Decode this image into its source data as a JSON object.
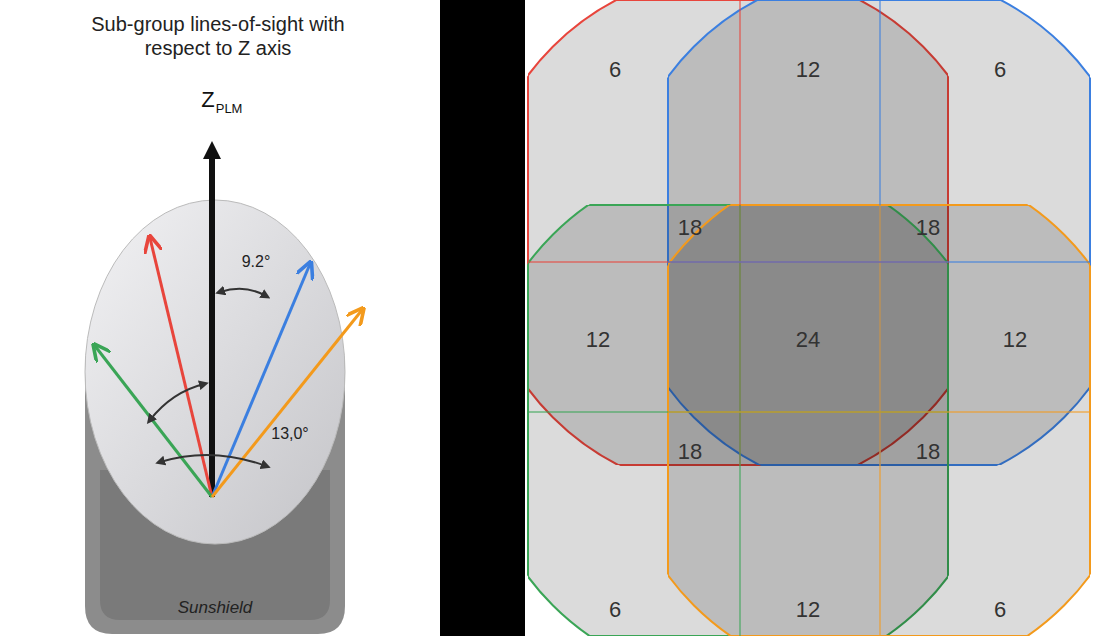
{
  "diagram": {
    "title": "Sub-group lines-of-sight with respect to Z axis",
    "nodes": [
      {
        "text": [
          "Sunshield"
        ]
      }
    ],
    "labels": [
      "Z",
      "PLM",
      "9.2°",
      "13,0°",
      "6",
      "12",
      "6",
      "18",
      "18",
      "12",
      "24",
      "12",
      "18",
      "18",
      "6",
      "12",
      "6"
    ]
  }
}
